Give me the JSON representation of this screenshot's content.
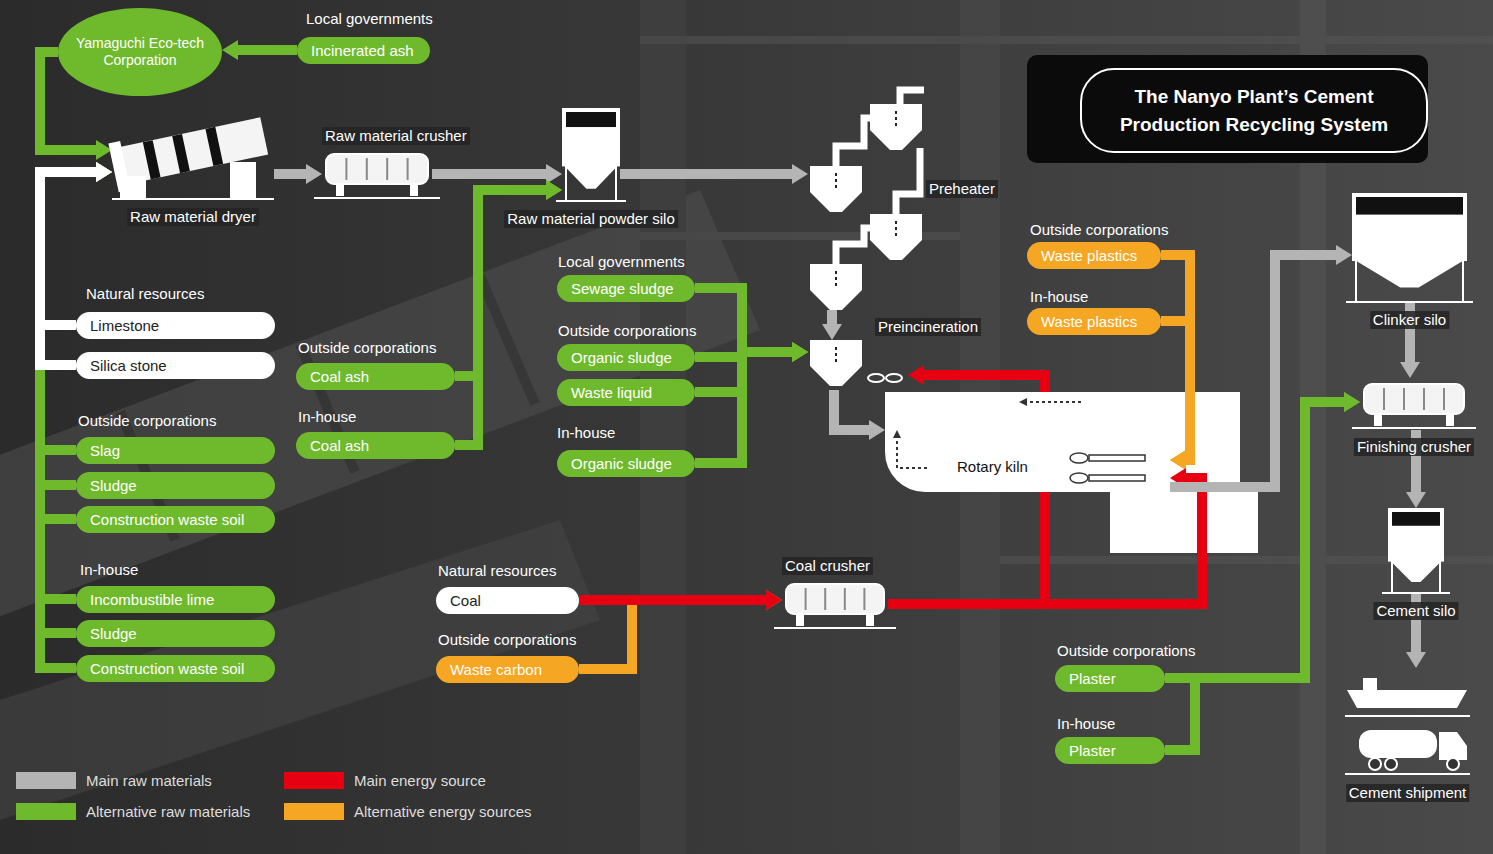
{
  "diagram": {
    "title": "The Nanyo Plant’s Cement Production Recycling System",
    "nodes": [
      {
        "text": [
          "Yamaguchi Eco-tech Corporation"
        ]
      },
      {
        "text": [
          "Incinerated ash"
        ]
      },
      {
        "text": [
          "Raw material dryer"
        ]
      },
      {
        "text": [
          "Raw material crusher"
        ]
      },
      {
        "text": [
          "Raw material powder silo"
        ]
      },
      {
        "text": [
          "Preheater"
        ]
      },
      {
        "text": [
          "Waste plastics"
        ]
      },
      {
        "text": [
          "Waste plastics"
        ]
      },
      {
        "text": [
          "Sewage sludge"
        ]
      },
      {
        "text": [
          "Limestone"
        ]
      },
      {
        "text": [
          "Silica stone"
        ]
      },
      {
        "text": [
          "Coal ash"
        ]
      },
      {
        "text": [
          "Organic sludge"
        ]
      },
      {
        "text": [
          "Waste liquid"
        ]
      },
      {
        "text": [
          "Preincineration"
        ]
      },
      {
        "text": [
          "Clinker silo"
        ]
      },
      {
        "text": [
          "Slag"
        ]
      },
      {
        "text": [
          "Sludge"
        ]
      },
      {
        "text": [
          "Construction waste soil"
        ]
      },
      {
        "text": [
          "Coal ash"
        ]
      },
      {
        "text": [
          "Organic sludge"
        ]
      },
      {
        "text": [
          "Rotary kiln"
        ]
      },
      {
        "text": [
          "Finishing crusher"
        ]
      },
      {
        "text": [
          "Incombustible lime"
        ]
      },
      {
        "text": [
          "Sludge"
        ]
      },
      {
        "text": [
          "Construction waste soil"
        ]
      },
      {
        "text": [
          "Coal crusher"
        ]
      },
      {
        "text": [
          "Coal"
        ]
      },
      {
        "text": [
          "Cement silo"
        ]
      },
      {
        "text": [
          "Waste carbon"
        ]
      },
      {
        "text": [
          "Plaster"
        ]
      },
      {
        "text": [
          "Plaster"
        ]
      },
      {
        "text": [
          "Cement shipment"
        ]
      }
    ],
    "edges": [
      {
        "from": 1,
        "to": 0,
        "arrow": "to"
      },
      {
        "from": 0,
        "to": 2,
        "arrow": "to"
      },
      {
        "from": 16,
        "to": 2,
        "arrow": "to"
      },
      {
        "from": 17,
        "to": 2,
        "arrow": "to"
      },
      {
        "from": 18,
        "to": 2,
        "arrow": "to"
      },
      {
        "from": 23,
        "to": 2,
        "arrow": "to"
      },
      {
        "from": 24,
        "to": 2,
        "arrow": "to"
      },
      {
        "from": 25,
        "to": 2,
        "arrow": "to"
      },
      {
        "from": 9,
        "to": 2,
        "arrow": "to"
      },
      {
        "from": 10,
        "to": 2,
        "arrow": "to"
      },
      {
        "from": 2,
        "to": 3,
        "arrow": "to"
      },
      {
        "from": 3,
        "to": 4,
        "arrow": "to"
      },
      {
        "from": 11,
        "to": 4,
        "arrow": "to"
      },
      {
        "from": 19,
        "to": 4,
        "arrow": "to"
      },
      {
        "from": 4,
        "to": 5,
        "arrow": "to"
      },
      {
        "from": 5,
        "to": 14,
        "arrow": "to"
      },
      {
        "from": 14,
        "to": 21,
        "arrow": "to"
      },
      {
        "from": 8,
        "to": 14,
        "arrow": "to"
      },
      {
        "from": 12,
        "to": 14,
        "arrow": "to"
      },
      {
        "from": 13,
        "to": 14,
        "arrow": "to"
      },
      {
        "from": 20,
        "to": 14,
        "arrow": "to"
      },
      {
        "from": 6,
        "to": 21,
        "arrow": "to"
      },
      {
        "from": 7,
        "to": 21,
        "arrow": "to"
      },
      {
        "from": 29,
        "to": 26,
        "arrow": "to"
      },
      {
        "from": 27,
        "to": 26,
        "arrow": "to"
      },
      {
        "from": 26,
        "to": 14,
        "arrow": "to"
      },
      {
        "from": 26,
        "to": 21,
        "arrow": "to"
      },
      {
        "from": 21,
        "to": 15,
        "arrow": "to"
      },
      {
        "from": 15,
        "to": 22,
        "arrow": "to"
      },
      {
        "from": 30,
        "to": 22,
        "arrow": "to"
      },
      {
        "from": 31,
        "to": 22,
        "arrow": "to"
      },
      {
        "from": 22,
        "to": 28,
        "arrow": "to"
      },
      {
        "from": 28,
        "to": 32,
        "arrow": "to"
      }
    ],
    "labels": [
      "Local governments",
      "Natural resources",
      "Outside corporations",
      "In-house",
      "Outside corporations",
      "In-house",
      "Local governments",
      "Outside corporations",
      "In-house",
      "Outside corporations",
      "In-house",
      "Natural resources",
      "Outside corporations",
      "Outside corporations",
      "In-house"
    ],
    "legend": [
      {
        "text": "Main raw materials",
        "color": "#b4b4b4"
      },
      {
        "text": "Alternative raw materials",
        "color": "#6fba2c"
      },
      {
        "text": "Main energy source",
        "color": "#e60012"
      },
      {
        "text": "Alternative energy sources",
        "color": "#f5a623"
      }
    ]
  }
}
